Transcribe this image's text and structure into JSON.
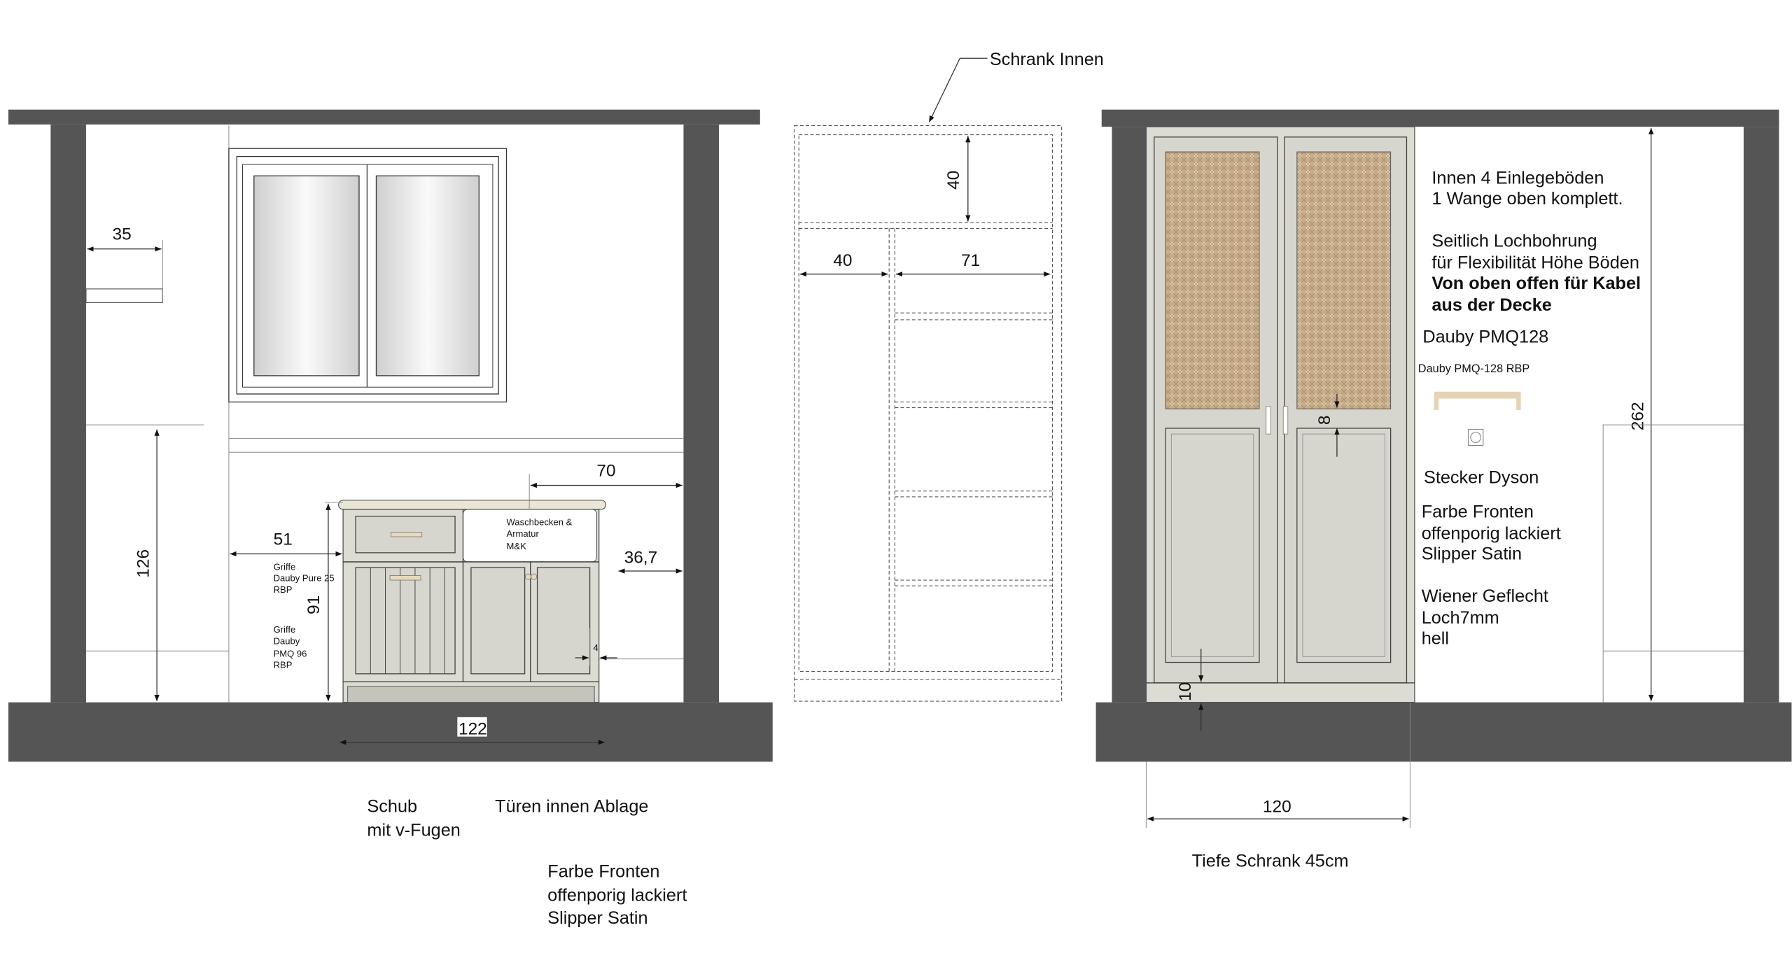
{
  "colors": {
    "wall": "#555555",
    "cabinet": "#dcdcd4",
    "cane": "#c8ad8a",
    "handle": "#e6d9bd"
  },
  "left_view": {
    "dim_shelf_width": "35",
    "dim_wall_height": "126",
    "dim_right_gap_top": "70",
    "dim_left_gap": "51",
    "dim_right_gap": "36,7",
    "dim_vanity_height": "91",
    "dim_door_offset": "4",
    "dim_vanity_width": "122",
    "sink_label": [
      "Waschbecken &",
      "Armatur",
      "M&K"
    ],
    "handle_note_1": [
      "Griffe",
      "Dauby Pure 25",
      "RBP"
    ],
    "handle_note_2": [
      "Griffe",
      "Dauby",
      "PMQ 96",
      "RBP"
    ],
    "notes_drawer": [
      "Schub",
      "mit v-Fugen"
    ],
    "notes_doors": "Türen innen Ablage",
    "notes_color": [
      "Farbe Fronten",
      "offenporig lackiert",
      "Slipper Satin"
    ]
  },
  "middle_view": {
    "title": "Schrank Innen",
    "dim_top": "40",
    "dim_left": "40",
    "dim_right": "71"
  },
  "right_view": {
    "notes_shelves": [
      "Innen 4 Einlegeböden",
      "1 Wange oben komplett."
    ],
    "notes_holes": [
      "Seitlich Lochbohrung",
      "für Flexibilität Höhe Böden"
    ],
    "notes_cable": [
      "Von oben offen für Kabel",
      "aus der Decke"
    ],
    "handle_title": "Dauby PMQ128",
    "handle_caption": "Dauby PMQ-128 RBP",
    "socket_label": "Stecker Dyson",
    "color_notes": [
      "Farbe Fronten",
      "offenporig lackiert",
      "Slipper Satin"
    ],
    "cane_notes": [
      "Wiener Geflecht",
      "Loch7mm",
      "hell"
    ],
    "dim_handle_offset": "8",
    "dim_plinth": "10",
    "dim_width": "120",
    "dim_height": "262",
    "depth_note": "Tiefe Schrank 45cm"
  }
}
